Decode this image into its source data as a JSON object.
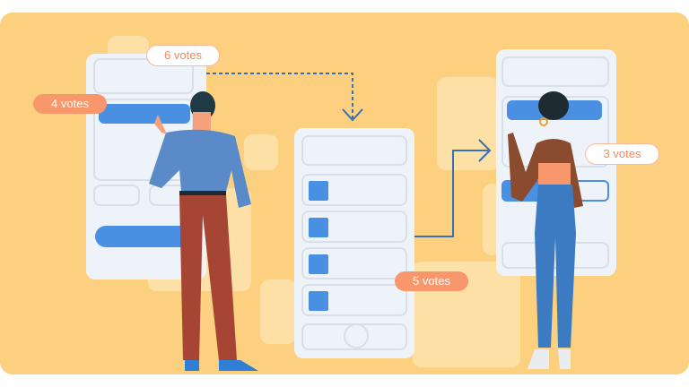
{
  "labels": {
    "left_top": "6 votes",
    "left_side": "4 votes",
    "center": "5 votes",
    "right": "3 votes"
  },
  "colors": {
    "background": "#fcd07f",
    "accent_blue": "#4a90e2",
    "tag_orange": "#f8976b",
    "phone": "#eef3f9"
  },
  "icons": {
    "flow_arrows": "arrow-icon",
    "home_button": "circle-icon"
  }
}
